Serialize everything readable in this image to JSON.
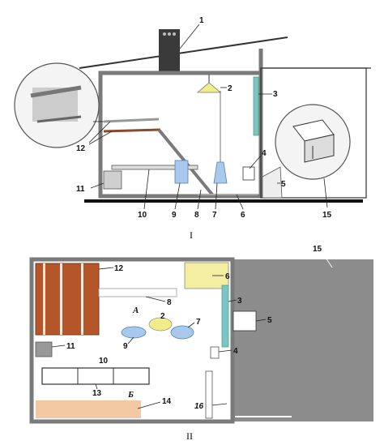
{
  "colors": {
    "line": "#222222",
    "wall_grey": "#7a7a7a",
    "chimney": "#3a3a3a",
    "perch_brown": "#8b4a2b",
    "feeder_blue": "#a8c8ee",
    "feeder_yellow": "#f3ec8a",
    "outdoor_grey": "#8c8c8c",
    "nest_yellow": "#f4eea2",
    "sand": "#f3c9a4",
    "window_teal": "#7ec4c4"
  },
  "figure_I": {
    "caption": "I",
    "labels": [
      "1",
      "2",
      "3",
      "4",
      "5",
      "6",
      "7",
      "8",
      "9",
      "10",
      "11",
      "12",
      "15"
    ]
  },
  "figure_II": {
    "caption": "II",
    "labels": [
      "2",
      "3",
      "4",
      "5",
      "6",
      "7",
      "8",
      "9",
      "10",
      "11",
      "12",
      "13",
      "14",
      "15",
      "16"
    ],
    "zone_a": "А",
    "zone_b": "Б"
  }
}
